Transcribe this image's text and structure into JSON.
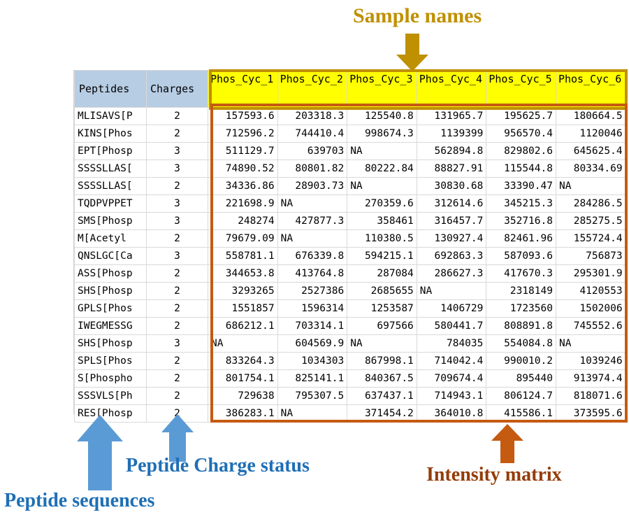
{
  "annotations": {
    "sample_names": "Sample names",
    "peptide_sequences": "Peptide sequences",
    "charge_status": "Peptide Charge status",
    "intensity_matrix": "Intensity matrix"
  },
  "colors": {
    "sample_names_accent": "#bf9000",
    "intensity_accent": "#c55a11",
    "peptide_accent": "#5b9bd5",
    "header_blue": "#b7cde4",
    "header_yellow": "#ffff00"
  },
  "table": {
    "headers": {
      "peptides": "Peptides",
      "charges": "Charges",
      "samples": [
        "Phos_Cyc_1",
        "Phos_Cyc_2",
        "Phos_Cyc_3",
        "Phos_Cyc_4",
        "Phos_Cyc_5",
        "Phos_Cyc_6"
      ]
    },
    "rows": [
      {
        "peptide": "MLISAVS[P",
        "charge": "2",
        "values": [
          "157593.6",
          "203318.3",
          "125540.8",
          "131965.7",
          "195625.7",
          "180664.5"
        ]
      },
      {
        "peptide": "KINS[Phos",
        "charge": "2",
        "values": [
          "712596.2",
          "744410.4",
          "998674.3",
          "1139399",
          "956570.4",
          "1120046"
        ]
      },
      {
        "peptide": "EPT[Phosp",
        "charge": "3",
        "values": [
          "511129.7",
          "639703",
          "NA",
          "562894.8",
          "829802.6",
          "645625.4"
        ]
      },
      {
        "peptide": "SSSSLLAS[",
        "charge": "3",
        "values": [
          "74890.52",
          "80801.82",
          "80222.84",
          "88827.91",
          "115544.8",
          "80334.69"
        ]
      },
      {
        "peptide": "SSSSLLAS[",
        "charge": "2",
        "values": [
          "34336.86",
          "28903.73",
          "NA",
          "30830.68",
          "33390.47",
          "NA"
        ]
      },
      {
        "peptide": "TQDPVPPET",
        "charge": "3",
        "values": [
          "221698.9",
          "NA",
          "270359.6",
          "312614.6",
          "345215.3",
          "284286.5"
        ]
      },
      {
        "peptide": "SMS[Phosp",
        "charge": "3",
        "values": [
          "248274",
          "427877.3",
          "358461",
          "316457.7",
          "352716.8",
          "285275.5"
        ]
      },
      {
        "peptide": "M[Acetyl",
        "charge": "2",
        "values": [
          "79679.09",
          "NA",
          "110380.5",
          "130927.4",
          "82461.96",
          "155724.4"
        ]
      },
      {
        "peptide": "QNSLGC[Ca",
        "charge": "3",
        "values": [
          "558781.1",
          "676339.8",
          "594215.1",
          "692863.3",
          "587093.6",
          "756873"
        ]
      },
      {
        "peptide": "ASS[Phosp",
        "charge": "2",
        "values": [
          "344653.8",
          "413764.8",
          "287084",
          "286627.3",
          "417670.3",
          "295301.9"
        ]
      },
      {
        "peptide": "SHS[Phosp",
        "charge": "2",
        "values": [
          "3293265",
          "2527386",
          "2685655",
          "NA",
          "2318149",
          "4120553"
        ]
      },
      {
        "peptide": "GPLS[Phos",
        "charge": "2",
        "values": [
          "1551857",
          "1596314",
          "1253587",
          "1406729",
          "1723560",
          "1502006"
        ]
      },
      {
        "peptide": "IWEGMESSG",
        "charge": "2",
        "values": [
          "686212.1",
          "703314.1",
          "697566",
          "580441.7",
          "808891.8",
          "745552.6"
        ]
      },
      {
        "peptide": "SHS[Phosp",
        "charge": "3",
        "values": [
          "NA",
          "604569.9",
          "NA",
          "784035",
          "554084.8",
          "NA"
        ]
      },
      {
        "peptide": "SPLS[Phos",
        "charge": "2",
        "values": [
          "833264.3",
          "1034303",
          "867998.1",
          "714042.4",
          "990010.2",
          "1039246"
        ]
      },
      {
        "peptide": "S[Phospho",
        "charge": "2",
        "values": [
          "801754.1",
          "825141.1",
          "840367.5",
          "709674.4",
          "895440",
          "913974.4"
        ]
      },
      {
        "peptide": "SSSVLS[Ph",
        "charge": "2",
        "values": [
          "729638",
          "795307.5",
          "637437.1",
          "714943.1",
          "806124.7",
          "818071.6"
        ]
      },
      {
        "peptide": "RES[Phosp",
        "charge": "2",
        "values": [
          "386283.1",
          "NA",
          "371454.2",
          "364010.8",
          "415586.1",
          "373595.6"
        ]
      }
    ]
  }
}
